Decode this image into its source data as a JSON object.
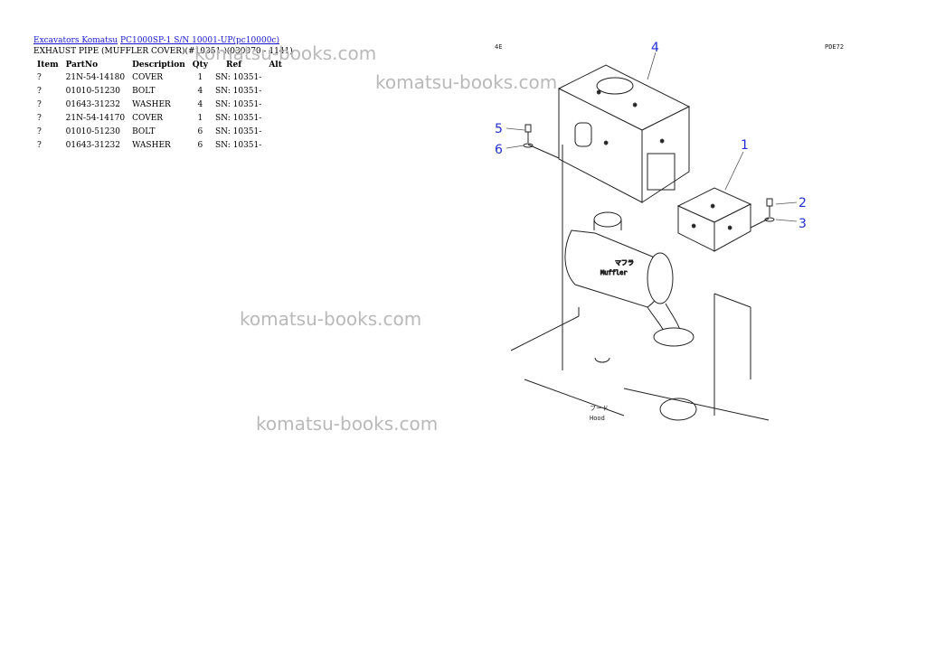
{
  "breadcrumb": {
    "link1": "Excavators Komatsu",
    "link2": "PC1000SP-1 S/N 10001-UP(pc10000c)"
  },
  "title": "EXHAUST PIPE (MUFFLER COVER)(#10351-)(030070 - 1141)",
  "table": {
    "headers": [
      "Item",
      "PartNo",
      "Description",
      "Qty",
      "Ref",
      "Alt"
    ],
    "rows": [
      [
        "?",
        "21N-54-14180",
        "COVER",
        "1",
        "SN: 10351-",
        ""
      ],
      [
        "?",
        "01010-51230",
        "BOLT",
        "4",
        "SN: 10351-",
        ""
      ],
      [
        "?",
        "01643-31232",
        "WASHER",
        "4",
        "SN: 10351-",
        ""
      ],
      [
        "?",
        "21N-54-14170",
        "COVER",
        "1",
        "SN: 10351-",
        ""
      ],
      [
        "?",
        "01010-51230",
        "BOLT",
        "6",
        "SN: 10351-",
        ""
      ],
      [
        "?",
        "01643-31232",
        "WASHER",
        "6",
        "SN: 10351-",
        ""
      ]
    ]
  },
  "watermark": "komatsu-books.com",
  "diagram": {
    "page_code": "4E",
    "ref_code": "PDE72",
    "callouts": [
      "1",
      "2",
      "3",
      "4",
      "5",
      "6"
    ],
    "muffler_jp": "マフラ",
    "muffler_en": "Muffler",
    "hood_jp": "フード",
    "hood_en": "Hood"
  }
}
